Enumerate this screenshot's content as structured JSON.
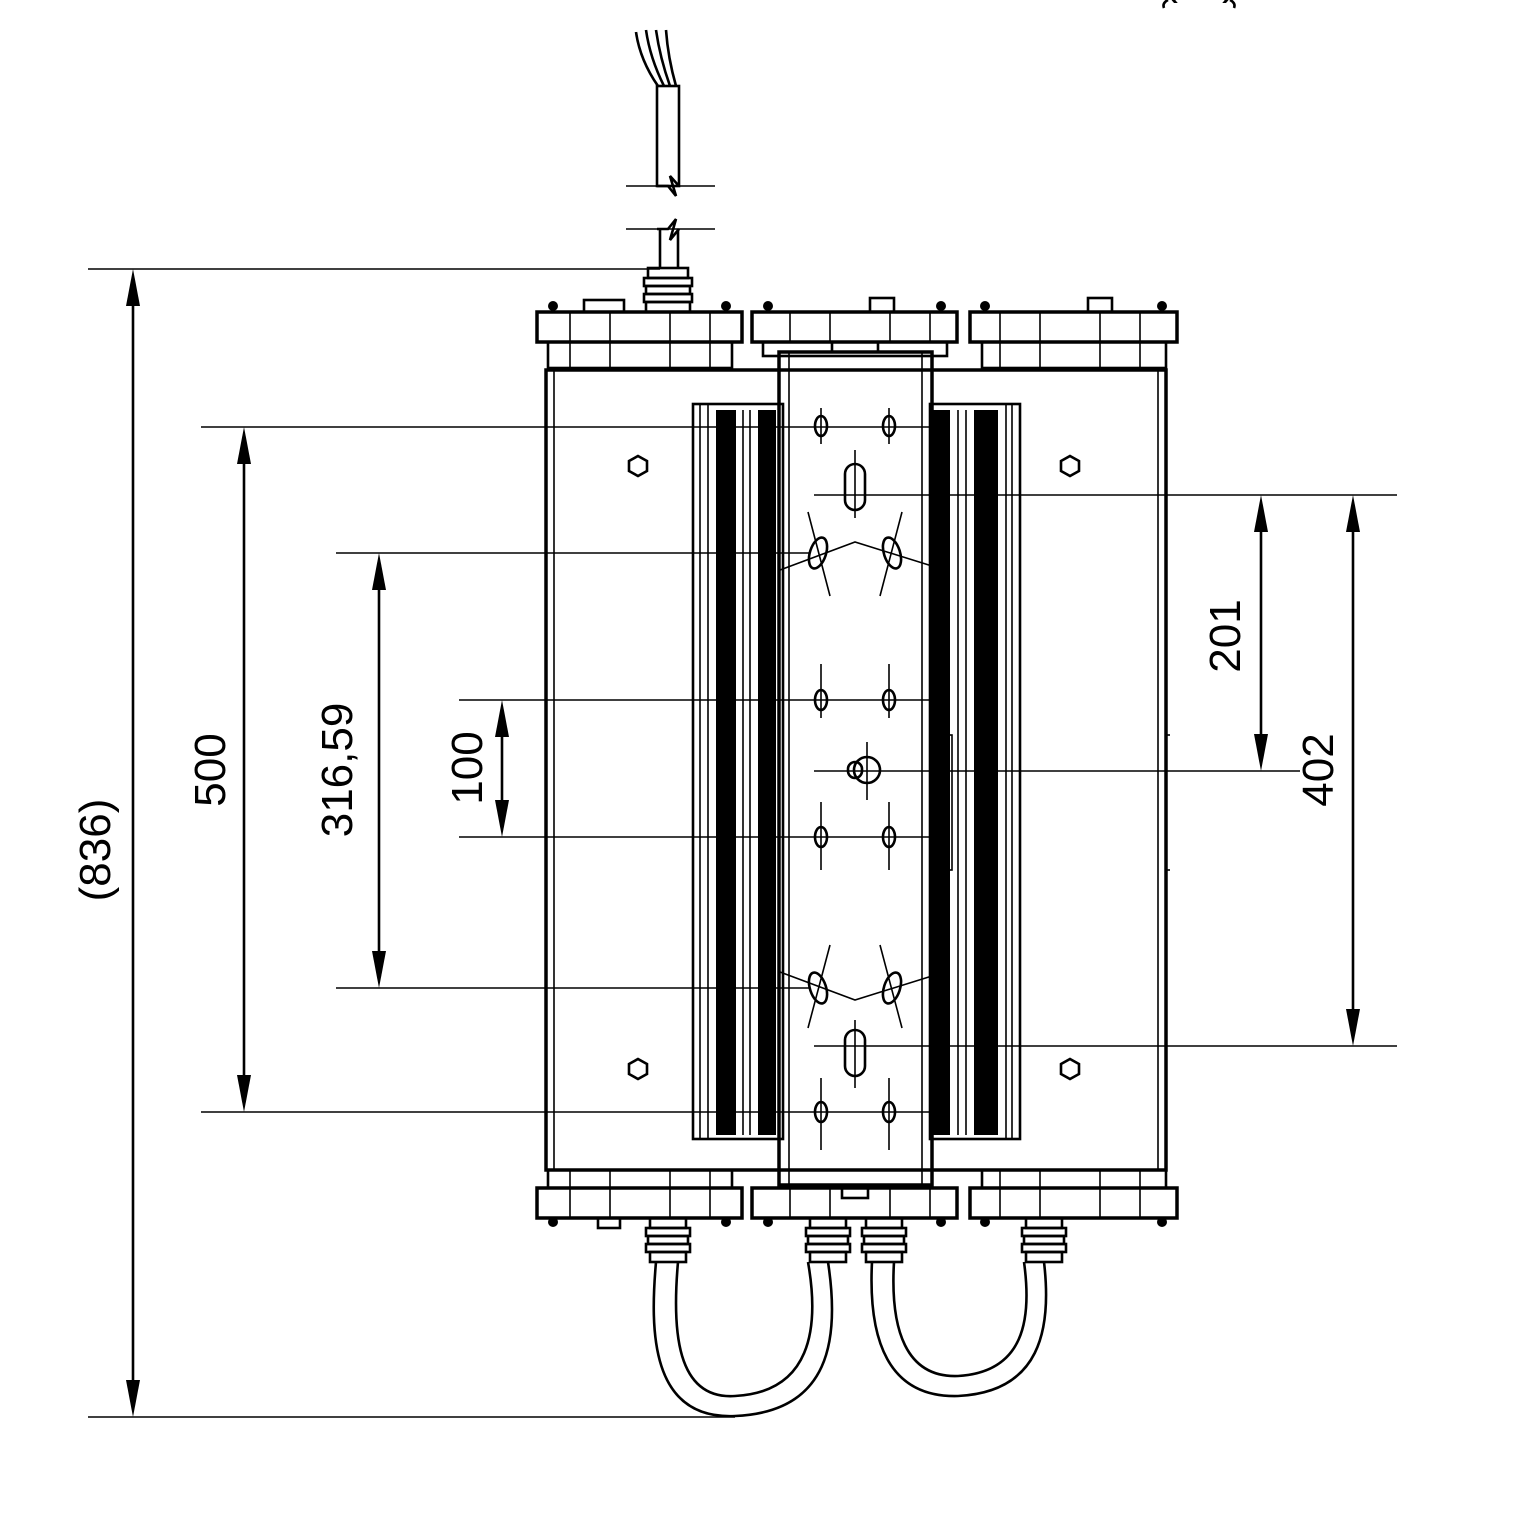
{
  "drawing": {
    "dimensions": {
      "overall_height": "(836)",
      "mounting_500": "500",
      "slot_316": "316,59",
      "hole_100": "100",
      "hole_201": "201",
      "hole_402": "402"
    },
    "top_clipped_text": "(…)"
  },
  "colors": {
    "line": "#000000",
    "background": "#ffffff"
  }
}
